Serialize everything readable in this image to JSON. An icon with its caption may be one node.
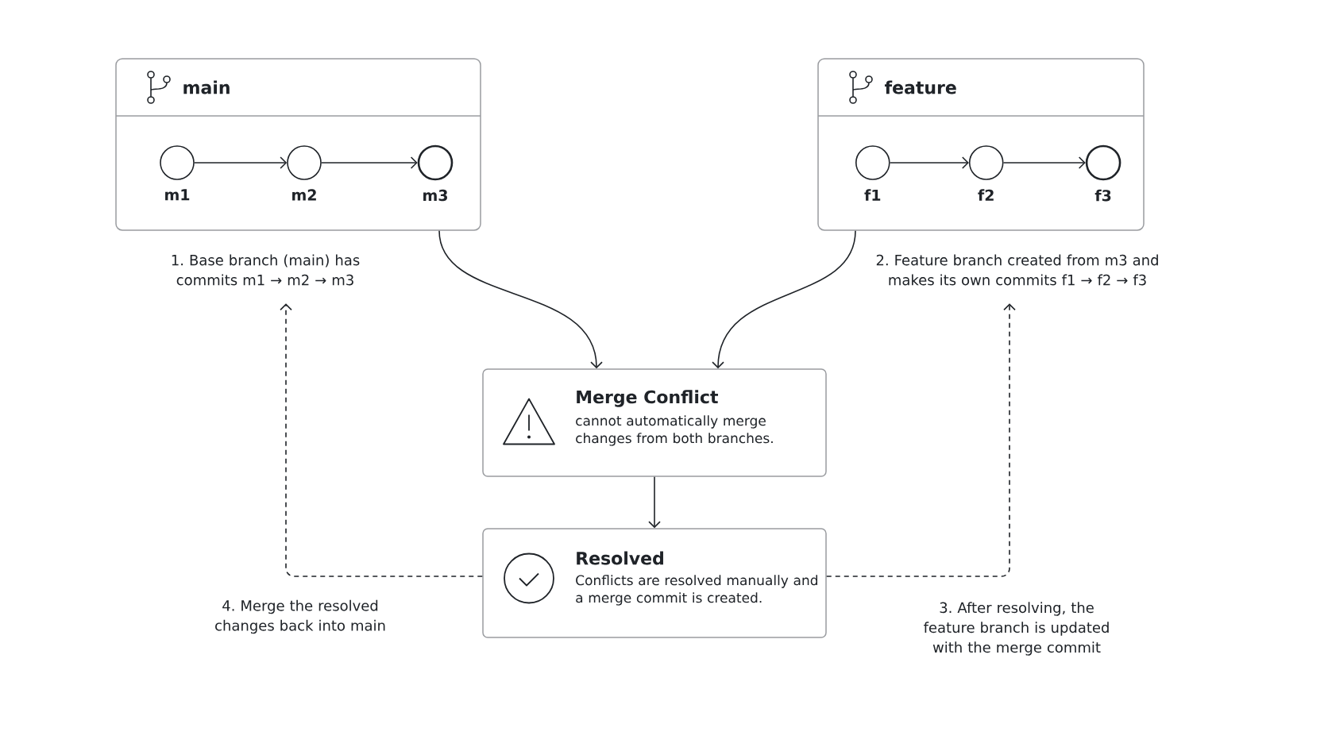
{
  "diagram": {
    "nodes": [
      {
        "text": [
          "main"
        ]
      },
      {
        "text": [
          "m1"
        ],
        "in": 0
      },
      {
        "text": [
          "m2"
        ],
        "in": 0
      },
      {
        "text": [
          "m3"
        ],
        "in": 0
      },
      {
        "text": [
          "feature"
        ]
      },
      {
        "text": [
          "f1"
        ],
        "in": 4
      },
      {
        "text": [
          "f2"
        ],
        "in": 4
      },
      {
        "text": [
          "f3"
        ],
        "in": 4
      },
      {
        "text": [
          "1. Base branch (main) has commits m1 → m2 → m3"
        ]
      },
      {
        "text": [
          "2. Feature branch created from m3 and makes its own commits f1 → f2 → f3"
        ]
      },
      {
        "text": [
          "Merge Conflict",
          "cannot automatically merge changes from both branches."
        ]
      },
      {
        "text": [
          "Resolved",
          "Conflicts are resolved manually and a merge commit is created."
        ]
      }
    ],
    "edges": [
      {
        "from": 1,
        "to": 2,
        "arrow": "to"
      },
      {
        "from": 2,
        "to": 3,
        "arrow": "to"
      },
      {
        "from": 5,
        "to": 6,
        "arrow": "to"
      },
      {
        "from": 6,
        "to": 7,
        "arrow": "to"
      },
      {
        "from": 0,
        "to": 10,
        "arrow": "to"
      },
      {
        "from": 4,
        "to": 10,
        "arrow": "to"
      },
      {
        "from": 10,
        "to": 11,
        "arrow": "to"
      },
      {
        "from": 11,
        "to": 8,
        "arrow": "to",
        "style": "dashed",
        "label": "4. Merge the resolved changes back into main"
      },
      {
        "from": 11,
        "to": 9,
        "arrow": "to",
        "style": "dashed",
        "label": "3. After resolving, the feature branch is updated with the merge commit"
      }
    ]
  }
}
